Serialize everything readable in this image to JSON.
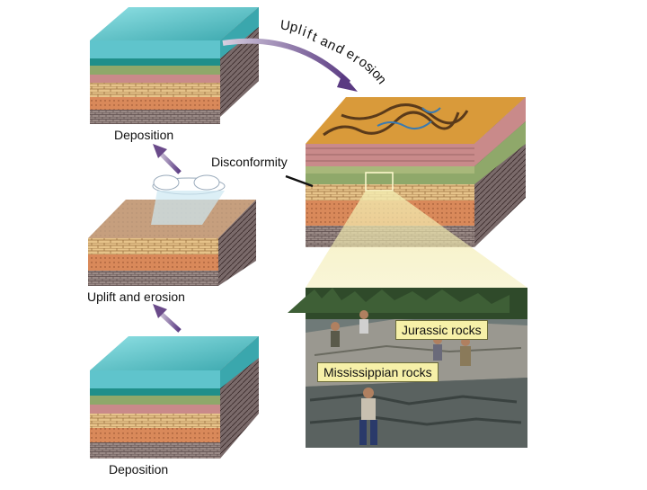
{
  "labels": {
    "deposition_top": "Deposition",
    "disconformity": "Disconformity",
    "uplift_erosion_mid": "Uplift and erosion",
    "deposition_bottom": "Deposition",
    "uplift_erosion_curved": "Uplift and erosion",
    "jurassic": "Jurassic rocks",
    "mississippian": "Mississippian rocks"
  },
  "colors": {
    "water_top": "#5fc4cc",
    "water_side": "#3aa7ad",
    "teal_band": "#2a9c96",
    "green_band": "#8fa86a",
    "pink_band": "#c98a8a",
    "tan_band": "#e8c48a",
    "orange_band": "#d9895a",
    "brick": "#d6b27a",
    "grey_base": "#9a8a86",
    "arrow": "#6a4a8a",
    "eroded_surface": "#d99a3a",
    "callout": "#f6f0a8"
  }
}
